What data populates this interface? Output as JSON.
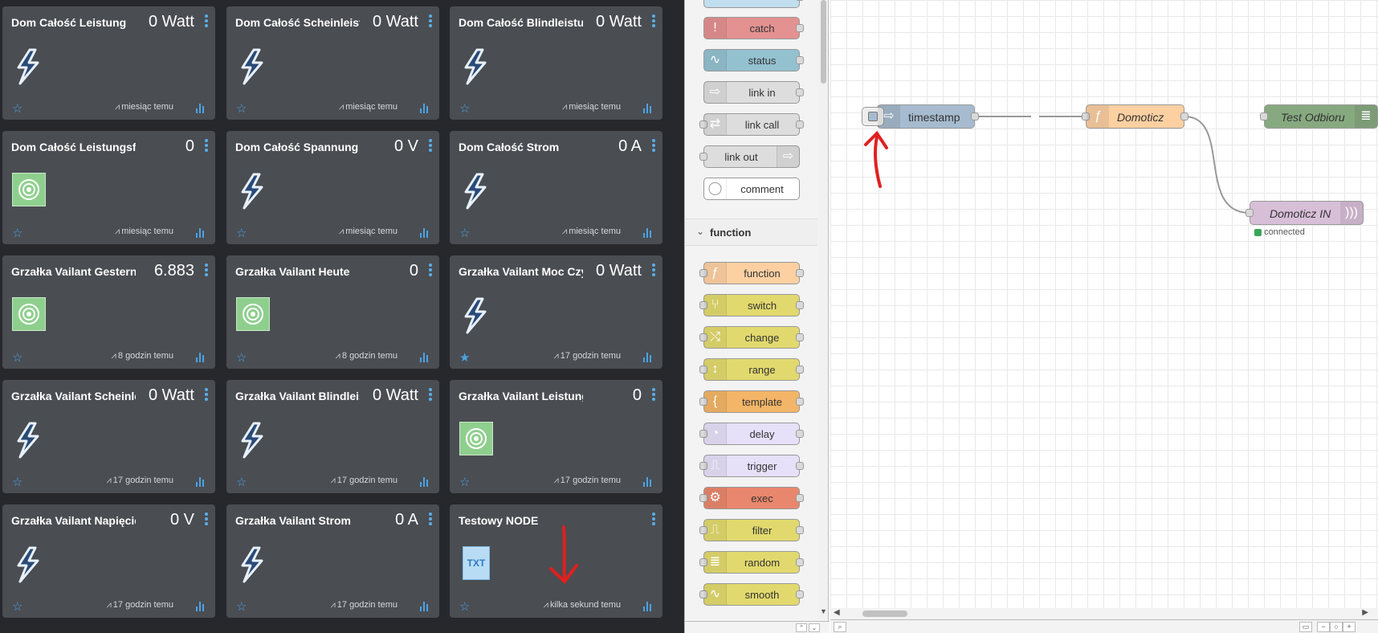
{
  "dashboard": {
    "tiles": [
      {
        "name": "Dom Całość Leistung",
        "value": "0 Watt",
        "icon": "lightning-bolt-icon",
        "time": "miesiąc temu",
        "favorite": false
      },
      {
        "name": "Dom Całość Scheinleistung",
        "value": "0 Watt",
        "icon": "lightning-bolt-icon",
        "time": "miesiąc temu",
        "favorite": false
      },
      {
        "name": "Dom Całość Blindleistung",
        "value": "0 Watt",
        "icon": "lightning-bolt-icon",
        "time": "miesiąc temu",
        "favorite": false
      },
      {
        "name": "Dom Całość Leistungsfaktor",
        "value": "0",
        "icon": "target-icon",
        "time": "miesiąc temu",
        "favorite": false
      },
      {
        "name": "Dom Całość Spannung",
        "value": "0 V",
        "icon": "lightning-bolt-icon",
        "time": "miesiąc temu",
        "favorite": false
      },
      {
        "name": "Dom Całość Strom",
        "value": "0 A",
        "icon": "lightning-bolt-icon",
        "time": "miesiąc temu",
        "favorite": false
      },
      {
        "name": "Grzałka Vailant Gestern",
        "value": "6.883",
        "icon": "target-icon",
        "time": "8 godzin temu",
        "favorite": false
      },
      {
        "name": "Grzałka Vailant Heute",
        "value": "0",
        "icon": "target-icon",
        "time": "8 godzin temu",
        "favorite": false
      },
      {
        "name": "Grzałka Vailant Moc Czynna",
        "value": "0 Watt",
        "icon": "lightning-bolt-icon",
        "time": "17 godzin temu",
        "favorite": true
      },
      {
        "name": "Grzałka Vailant Scheinleistung",
        "value": "0 Watt",
        "icon": "lightning-bolt-icon",
        "time": "17 godzin temu",
        "favorite": false
      },
      {
        "name": "Grzałka Vailant Blindleistung",
        "value": "0 Watt",
        "icon": "lightning-bolt-icon",
        "time": "17 godzin temu",
        "favorite": false
      },
      {
        "name": "Grzałka Vailant Leistungsfaktor",
        "value": "0",
        "icon": "target-icon",
        "time": "17 godzin temu",
        "favorite": false
      },
      {
        "name": "Grzałka Vailant Napięcie",
        "value": "0 V",
        "icon": "lightning-bolt-icon",
        "time": "17 godzin temu",
        "favorite": false
      },
      {
        "name": "Grzałka Vailant Strom",
        "value": "0 A",
        "icon": "lightning-bolt-icon",
        "time": "17 godzin temu",
        "favorite": false
      },
      {
        "name": "Testowy NODE",
        "value": "",
        "icon": "txt-file-icon",
        "icon_text": "TXT",
        "time": "kilka sekund temu",
        "favorite": false
      }
    ]
  },
  "palette": {
    "nodes_top": [
      {
        "label": "catch",
        "icon": "exclamation-icon",
        "glyph": "!",
        "color": "#e49191",
        "in": false,
        "out": true
      },
      {
        "label": "status",
        "icon": "pulse-icon",
        "glyph": "∿",
        "color": "#94c1d0",
        "in": false,
        "out": true
      },
      {
        "label": "link in",
        "icon": "link-in-icon",
        "glyph": "⇨",
        "color": "#dddddd",
        "in": false,
        "out": true
      },
      {
        "label": "link call",
        "icon": "link-call-icon",
        "glyph": "⇄",
        "color": "#dddddd",
        "in": true,
        "out": true
      },
      {
        "label": "link out",
        "icon": "link-out-icon",
        "glyph": "⇨",
        "color": "#dddddd",
        "in": true,
        "out": false,
        "icon_right": true
      },
      {
        "label": "comment",
        "icon": "speech-bubble-icon",
        "glyph": "◯",
        "color": "#ffffff",
        "in": false,
        "out": false
      }
    ],
    "section_label": "function",
    "nodes_function": [
      {
        "label": "function",
        "icon": "function-icon",
        "glyph": "ƒ",
        "color": "#fdd0a2"
      },
      {
        "label": "switch",
        "icon": "switch-icon",
        "glyph": "⑂",
        "color": "#e2d96e"
      },
      {
        "label": "change",
        "icon": "shuffle-icon",
        "glyph": "⤭",
        "color": "#e2d96e"
      },
      {
        "label": "range",
        "icon": "range-icon",
        "glyph": "↕",
        "color": "#e2d96e"
      },
      {
        "label": "template",
        "icon": "brace-icon",
        "glyph": "{",
        "color": "#f3b567"
      },
      {
        "label": "delay",
        "icon": "timer-icon",
        "glyph": "◔",
        "color": "#e6e0f8"
      },
      {
        "label": "trigger",
        "icon": "trigger-icon",
        "glyph": "⎍",
        "color": "#e6e0f8"
      },
      {
        "label": "exec",
        "icon": "gear-icon",
        "glyph": "⚙",
        "color": "#e8876d"
      },
      {
        "label": "filter",
        "icon": "filter-icon",
        "glyph": "⎍",
        "color": "#e2d96e"
      },
      {
        "label": "random",
        "icon": "list-icon",
        "glyph": "≣",
        "color": "#e2d96e"
      },
      {
        "label": "smooth",
        "icon": "wave-icon",
        "glyph": "∿",
        "color": "#e2d96e"
      }
    ]
  },
  "flow": {
    "inject": {
      "label": "timestamp",
      "color": "#a6bbcf"
    },
    "function": {
      "label": "Domoticz",
      "color": "#fdd0a2"
    },
    "debug": {
      "label": "Test Odbioru",
      "color": "#87a980"
    },
    "mqtt_in": {
      "label": "Domoticz IN",
      "color": "#d8bfd8",
      "status": "connected"
    }
  }
}
